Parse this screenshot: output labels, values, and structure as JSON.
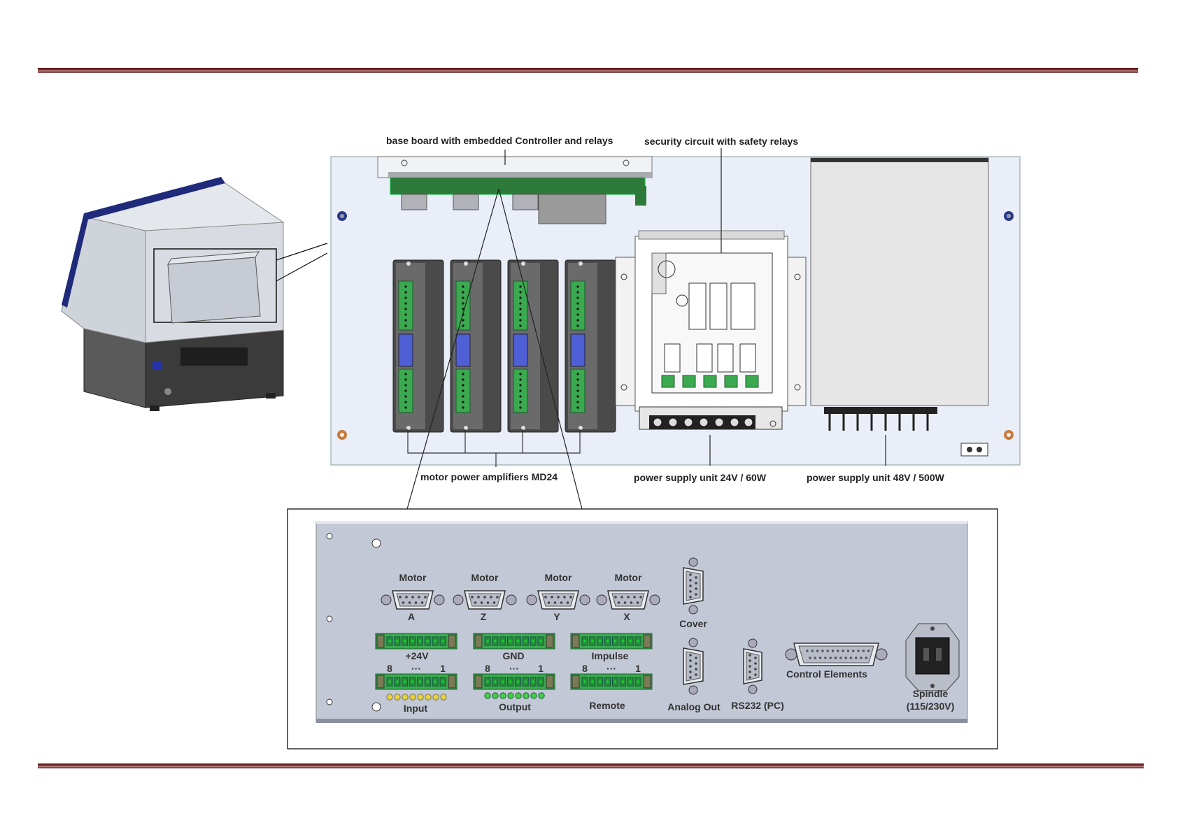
{
  "colors": {
    "rule": "#6b1e20",
    "panel_bg": "#e9eef8",
    "connector_green": "#3aa94f",
    "amp_body": "#4a4a4a",
    "amp_blue": "#4f5fd6",
    "plate_bg": "#c3c8d6",
    "led_yellow": "#e6d23a",
    "led_green": "#44cc44"
  },
  "callouts": {
    "base_board": "base board with embedded Controller and relays",
    "security_circuit": "security circuit with safety relays",
    "motor_amplifiers": "motor power amplifiers MD24",
    "psu_24v": "power supply unit 24V / 60W",
    "psu_48v": "power supply unit 48V / 500W"
  },
  "rear_panel": {
    "motor_label": "Motor",
    "motors": [
      "A",
      "Z",
      "Y",
      "X"
    ],
    "cover": "Cover",
    "terminal_row1": [
      "+24V",
      "GND",
      "Impulse"
    ],
    "pin_high": "8",
    "pin_dots": "···",
    "pin_low": "1",
    "input": "Input",
    "output": "Output",
    "remote": "Remote",
    "analog_out": "Analog Out",
    "rs232": "RS232 (PC)",
    "control_elements": "Control Elements",
    "spindle": "Spindle",
    "spindle_voltage": "(115/230V)"
  },
  "icons": {
    "machine": "cnc-machine-enclosure-icon",
    "screw": "screw-icon",
    "dsub": "dsub-connector-icon",
    "terminal": "terminal-block-icon",
    "power_socket": "power-socket-icon"
  }
}
